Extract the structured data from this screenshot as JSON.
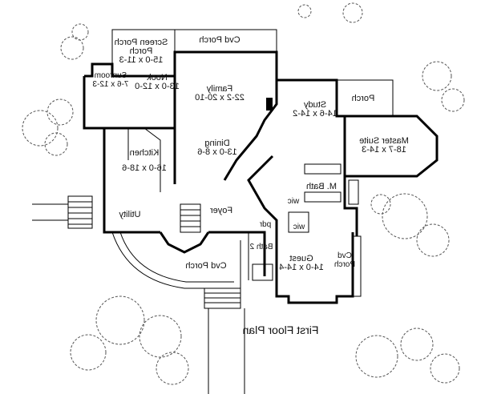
{
  "title": "First Floor Plan",
  "rooms": {
    "screen_porch": {
      "name": "Screen Porch",
      "name2": "Porch",
      "size": "15-0 x 11-3"
    },
    "cvd_porch_top": {
      "name": "Cvd Porch"
    },
    "nook": {
      "name": "Nook",
      "size": "13-0 x 12-0"
    },
    "sunroom": {
      "name": "Sunroom",
      "size": "7-6 x 12-3"
    },
    "family": {
      "name": "Family",
      "size": "22-2 x 20-10"
    },
    "dining": {
      "name": "Dining",
      "size": "13-0 x 8-6"
    },
    "kitchen": {
      "name": "Kitchen",
      "size": "16-0 x 18-6"
    },
    "study": {
      "name": "Study",
      "size": "14-6 x 14-2"
    },
    "porch": {
      "name": "Porch"
    },
    "master_suite": {
      "name": "Master Suite",
      "size": "18-7 x 14-3"
    },
    "m_bath": {
      "name": "M. Bath"
    },
    "wic1": {
      "name": "wic"
    },
    "wic2": {
      "name": "wic"
    },
    "utility": {
      "name": "Utility"
    },
    "foyer": {
      "name": "Foyer"
    },
    "pdr": {
      "name": "pdr"
    },
    "bath2": {
      "name": "Bath 2"
    },
    "guest": {
      "name": "Guest",
      "size": "14-0 x 14-4"
    },
    "cvd_porch_right": {
      "name": "Cvd",
      "name2": "Porch"
    },
    "cvd_porch_front": {
      "name": "Cvd Porch"
    }
  }
}
